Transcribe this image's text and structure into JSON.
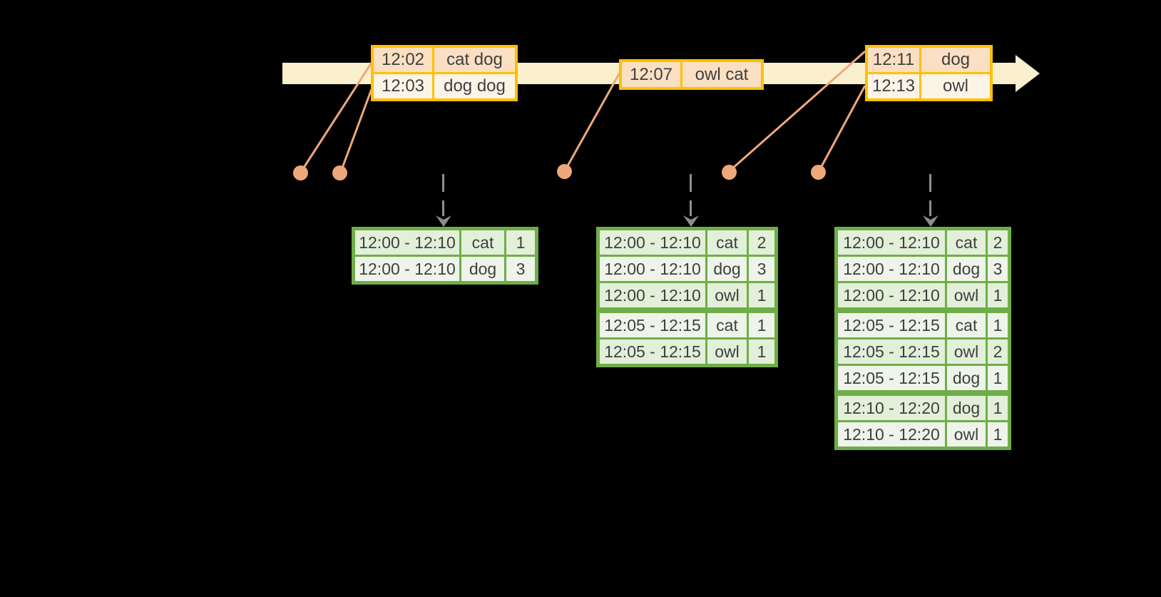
{
  "colors": {
    "background": "#000000",
    "timeline_band": "#FAF0CD",
    "event_table_border": "#FFC000",
    "event_row_dark": "#FADFC2",
    "event_row_light": "#FDF4E8",
    "connector_salmon": "#EEA879",
    "trigger_arrow_gray": "#8F8F8F",
    "result_table_border": "#70AD47",
    "result_row_dark": "#E2EFD9",
    "result_row_light": "#EEF4EA",
    "text": "#3F3F3F"
  },
  "event_tables": [
    {
      "rows": [
        {
          "time": "12:02",
          "words": "cat dog"
        },
        {
          "time": "12:03",
          "words": "dog dog"
        }
      ]
    },
    {
      "rows": [
        {
          "time": "12:07",
          "words": "owl cat"
        }
      ]
    },
    {
      "rows": [
        {
          "time": "12:11",
          "words": "dog"
        },
        {
          "time": "12:13",
          "words": "owl"
        }
      ]
    }
  ],
  "result_tables": [
    {
      "rows": [
        {
          "window": "12:00 - 12:10",
          "word": "cat",
          "count": "1"
        },
        {
          "window": "12:00 - 12:10",
          "word": "dog",
          "count": "3"
        }
      ]
    },
    {
      "rows": [
        {
          "window": "12:00 - 12:10",
          "word": "cat",
          "count": "2"
        },
        {
          "window": "12:00 - 12:10",
          "word": "dog",
          "count": "3"
        },
        {
          "window": "12:00 - 12:10",
          "word": "owl",
          "count": "1"
        },
        {
          "window": "12:05 - 12:15",
          "word": "cat",
          "count": "1"
        },
        {
          "window": "12:05 - 12:15",
          "word": "owl",
          "count": "1"
        }
      ]
    },
    {
      "rows": [
        {
          "window": "12:00 - 12:10",
          "word": "cat",
          "count": "2"
        },
        {
          "window": "12:00 - 12:10",
          "word": "dog",
          "count": "3"
        },
        {
          "window": "12:00 - 12:10",
          "word": "owl",
          "count": "1"
        },
        {
          "window": "12:05 - 12:15",
          "word": "cat",
          "count": "1"
        },
        {
          "window": "12:05 - 12:15",
          "word": "owl",
          "count": "2"
        },
        {
          "window": "12:05 - 12:15",
          "word": "dog",
          "count": "1"
        },
        {
          "window": "12:10 - 12:20",
          "word": "dog",
          "count": "1"
        },
        {
          "window": "12:10 - 12:20",
          "word": "owl",
          "count": "1"
        }
      ]
    }
  ]
}
